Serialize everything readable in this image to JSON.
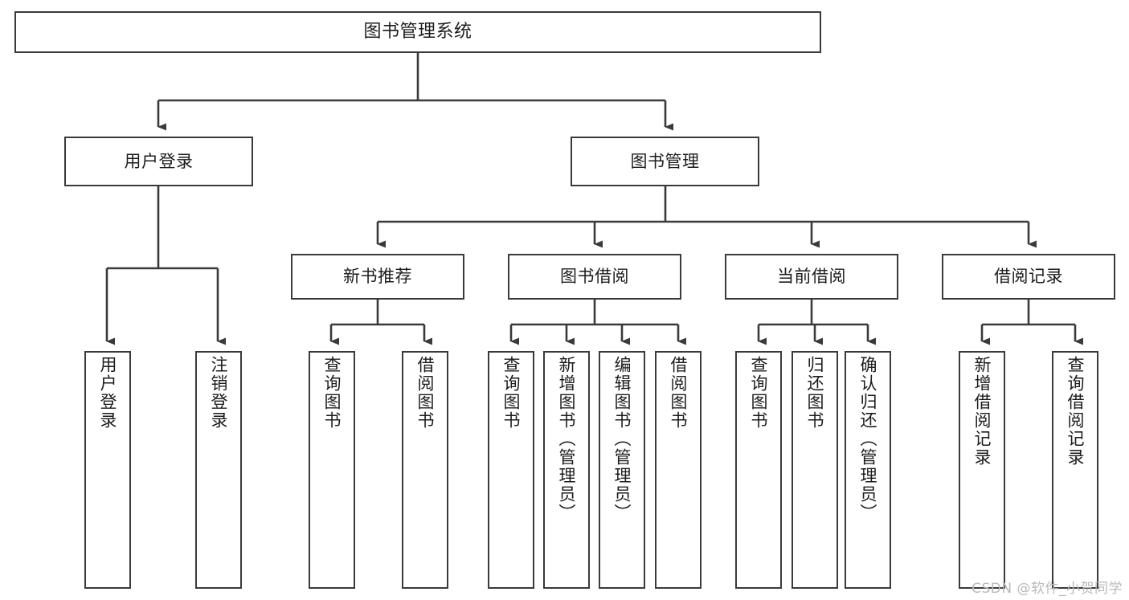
{
  "diagram": {
    "type": "tree-hierarchy",
    "title": "图书管理系统",
    "watermark": "CSDN @软件_小贺同学",
    "colors": {
      "border": "#3a3a3a",
      "background": "#ffffff",
      "text": "#1c1c1c",
      "connector": "#3a3a3a",
      "watermark": "#b9b9b9"
    },
    "nodes": {
      "root": {
        "label": "图书管理系统"
      },
      "level2": [
        {
          "id": "user-login",
          "label": "用户登录"
        },
        {
          "id": "book-manage",
          "label": "图书管理"
        }
      ],
      "level3": [
        {
          "id": "new-book-recommend",
          "label": "新书推荐"
        },
        {
          "id": "book-borrow",
          "label": "图书借阅"
        },
        {
          "id": "current-borrow",
          "label": "当前借阅"
        },
        {
          "id": "borrow-record",
          "label": "借阅记录"
        }
      ],
      "leaves": {
        "user_login": [
          {
            "id": "leaf-user-login",
            "label": "用户登录"
          },
          {
            "id": "leaf-logout",
            "label": "注销登录"
          }
        ],
        "new_book_recommend": [
          {
            "id": "leaf-query-book-1",
            "label": "查询图书"
          },
          {
            "id": "leaf-borrow-book-1",
            "label": "借阅图书"
          }
        ],
        "book_borrow": [
          {
            "id": "leaf-query-book-2",
            "label": "查询图书"
          },
          {
            "id": "leaf-add-book",
            "label": "新增图书（管理员）"
          },
          {
            "id": "leaf-edit-book",
            "label": "编辑图书（管理员）"
          },
          {
            "id": "leaf-borrow-book-2",
            "label": "借阅图书"
          }
        ],
        "current_borrow": [
          {
            "id": "leaf-query-book-3",
            "label": "查询图书"
          },
          {
            "id": "leaf-return-book",
            "label": "归还图书"
          },
          {
            "id": "leaf-confirm-return",
            "label": "确认归还（管理员）"
          }
        ],
        "borrow_record": [
          {
            "id": "leaf-add-record",
            "label": "新增借阅记录"
          },
          {
            "id": "leaf-query-record",
            "label": "查询借阅记录"
          }
        ]
      }
    }
  }
}
